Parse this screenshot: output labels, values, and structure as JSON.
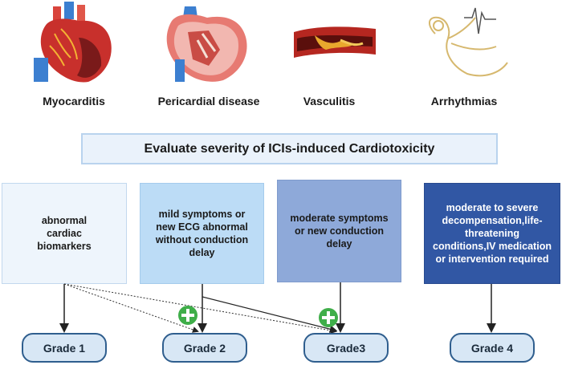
{
  "conditions": [
    {
      "label": "Myocarditis",
      "icon": "myocarditis-heart-icon"
    },
    {
      "label": "Pericardial disease",
      "icon": "pericardial-heart-icon"
    },
    {
      "label": "Vasculitis",
      "icon": "vessel-icon"
    },
    {
      "label": "Arrhythmias",
      "icon": "conduction-system-icon"
    }
  ],
  "evaluate_title": "Evaluate severity of ICIs-induced Cardiotoxicity",
  "criteria": [
    "abnormal cardiac biomarkers",
    "mild symptoms or new ECG abnormal without conduction delay",
    "moderate symptoms or new conduction delay",
    "moderate to severe decompensation,life-threatening conditions,IV medication or intervention required"
  ],
  "grades": [
    "Grade 1",
    "Grade 2",
    "Grade3",
    "Grade 4"
  ],
  "colors": {
    "box1": "#eef5fc",
    "box2": "#bcdcf6",
    "box3": "#8ea9d9",
    "box4": "#3157a4",
    "plus_badge": "#3fae49",
    "pill_border": "#2f5e8e"
  }
}
